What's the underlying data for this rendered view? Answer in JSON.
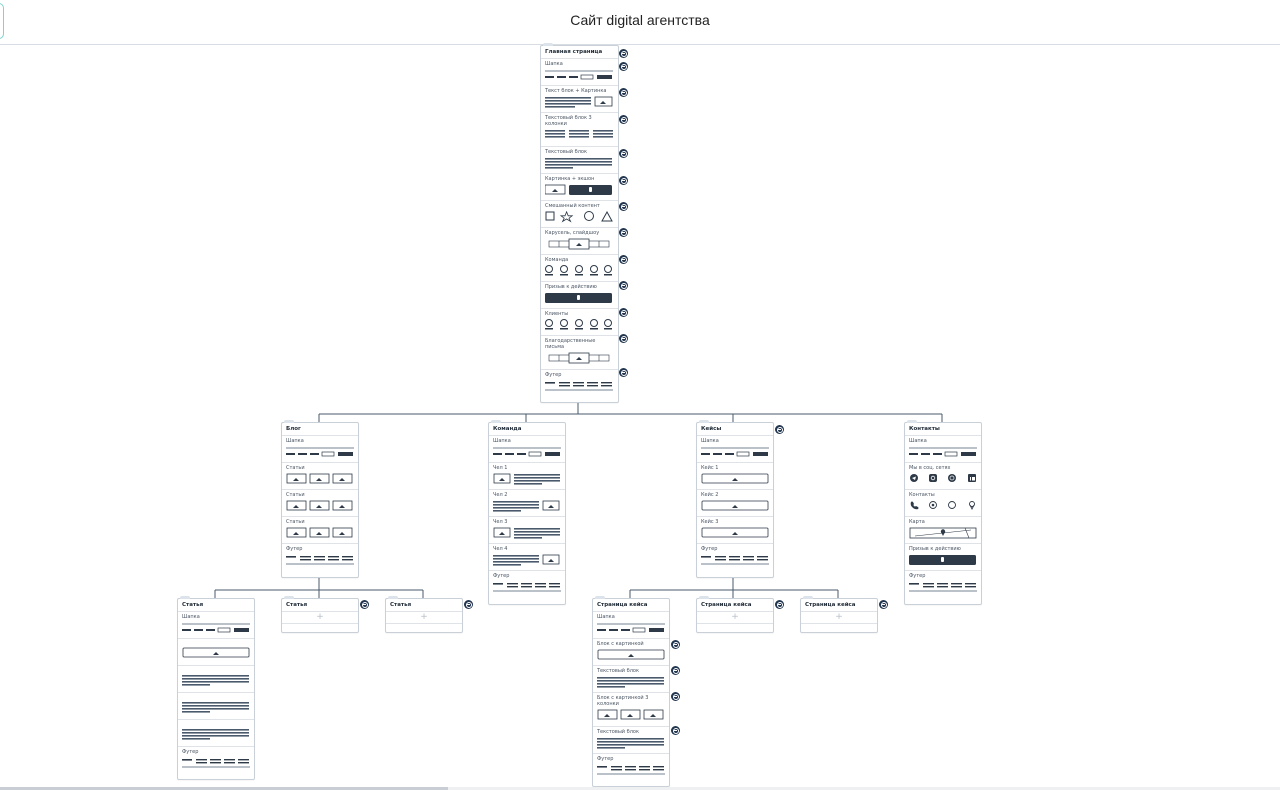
{
  "header": {
    "title": "Сайт digital агентства"
  },
  "cards": {
    "main": {
      "title": "Главная страница",
      "blocks": [
        "Шапка",
        "Текст блок + Картинка",
        "Текстовый блок 3 колонки",
        "Текстовый блок",
        "Картинка + экшон",
        "Смешанный контент",
        "Карусель, слайдшоу",
        "Команда",
        "Призыв к действию",
        "Клиенты",
        "Благодарственные письма",
        "Футер"
      ]
    },
    "blog": {
      "title": "Блог",
      "blocks": [
        "Шапка",
        "Статьи",
        "Статьи",
        "Статьи",
        "Футер"
      ]
    },
    "team": {
      "title": "Команда",
      "blocks": [
        "Шапка",
        "Чел 1",
        "Чел 2",
        "Чел 3",
        "Чел 4",
        "Футер"
      ]
    },
    "cases": {
      "title": "Кейсы",
      "blocks": [
        "Шапка",
        "Кейс 1",
        "Кейс 2",
        "Кейс 3",
        "Футер"
      ]
    },
    "contacts": {
      "title": "Контакты",
      "blocks": [
        "Шапка",
        "Мы в соц. сетях",
        "Контакты",
        "Карта",
        "Призыв к действию",
        "Футер"
      ]
    },
    "article1": {
      "title": "Статья",
      "blocks": [
        "Шапка",
        "",
        "",
        "",
        "",
        "Футер"
      ]
    },
    "article2": {
      "title": "Статья"
    },
    "article3": {
      "title": "Статья"
    },
    "case1": {
      "title": "Страница кейса",
      "blocks": [
        "Шапка",
        "Блок с картинкой",
        "Текстовый блок",
        "Блок с картинкой 3 колонки",
        "Текстовый блок",
        "Футер"
      ]
    },
    "case2": {
      "title": "Страница кейса"
    },
    "case3": {
      "title": "Страница кейса"
    }
  },
  "plus_symbol": "+",
  "colors": {
    "dark": "#22364f",
    "line": "#4a5a6c",
    "border": "#c9d0d8"
  }
}
